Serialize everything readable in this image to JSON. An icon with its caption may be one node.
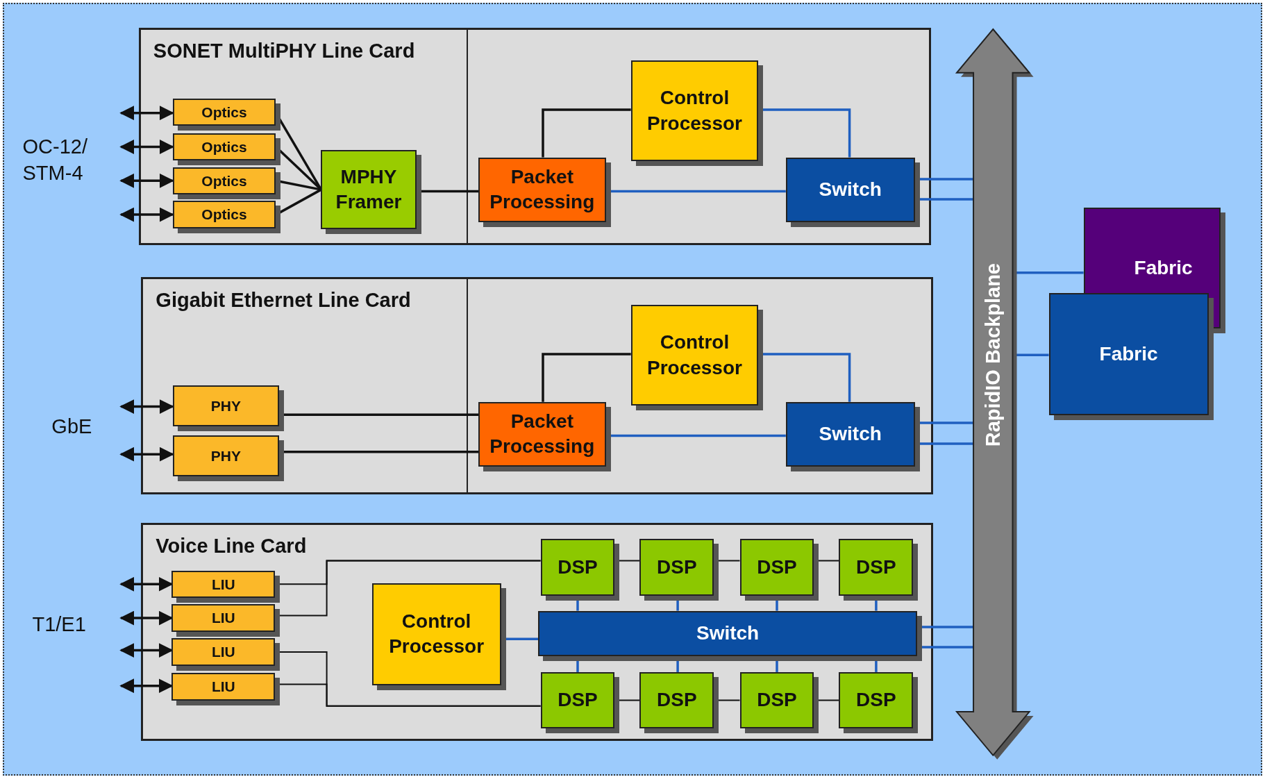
{
  "diagram": {
    "nodes": [
      {
        "text": [
          "SONET MultiPHY Line Card"
        ]
      },
      {
        "text": [
          "Optics"
        ],
        "in": 0
      },
      {
        "text": [
          "Optics"
        ],
        "in": 0
      },
      {
        "text": [
          "Optics"
        ],
        "in": 0
      },
      {
        "text": [
          "Optics"
        ],
        "in": 0
      },
      {
        "text": [
          "MPHY Framer"
        ],
        "in": 0
      },
      {
        "text": [
          "Control Processor"
        ],
        "in": 0
      },
      {
        "text": [
          "Packet Processing"
        ],
        "in": 0
      },
      {
        "text": [
          "Switch"
        ],
        "in": 0
      },
      {
        "text": [
          "Gigabit Ethernet Line Card"
        ]
      },
      {
        "text": [
          "PHY"
        ],
        "in": 9
      },
      {
        "text": [
          "PHY"
        ],
        "in": 9
      },
      {
        "text": [
          "Control Processor"
        ],
        "in": 9
      },
      {
        "text": [
          "Packet Processing"
        ],
        "in": 9
      },
      {
        "text": [
          "Switch"
        ],
        "in": 9
      },
      {
        "text": [
          "Voice Line Card"
        ]
      },
      {
        "text": [
          "LIU"
        ],
        "in": 15
      },
      {
        "text": [
          "LIU"
        ],
        "in": 15
      },
      {
        "text": [
          "LIU"
        ],
        "in": 15
      },
      {
        "text": [
          "LIU"
        ],
        "in": 15
      },
      {
        "text": [
          "Control Processor"
        ],
        "in": 15
      },
      {
        "text": [
          "DSP"
        ],
        "in": 15
      },
      {
        "text": [
          "DSP"
        ],
        "in": 15
      },
      {
        "text": [
          "DSP"
        ],
        "in": 15
      },
      {
        "text": [
          "DSP"
        ],
        "in": 15
      },
      {
        "text": [
          "Switch"
        ],
        "in": 15
      },
      {
        "text": [
          "DSP"
        ],
        "in": 15
      },
      {
        "text": [
          "DSP"
        ],
        "in": 15
      },
      {
        "text": [
          "DSP"
        ],
        "in": 15
      },
      {
        "text": [
          "DSP"
        ],
        "in": 15
      },
      {
        "text": [
          "RapidIO Backplane"
        ]
      },
      {
        "text": [
          "Fabric"
        ]
      },
      {
        "text": [
          "Fabric"
        ]
      }
    ],
    "edges": [
      {
        "from": null,
        "to": 1,
        "arrow": "both"
      },
      {
        "from": null,
        "to": 2,
        "arrow": "both"
      },
      {
        "from": null,
        "to": 3,
        "arrow": "both"
      },
      {
        "from": null,
        "to": 4,
        "arrow": "both"
      },
      {
        "from": 1,
        "to": 5,
        "arrow": "none"
      },
      {
        "from": 2,
        "to": 5,
        "arrow": "none"
      },
      {
        "from": 3,
        "to": 5,
        "arrow": "none"
      },
      {
        "from": 4,
        "to": 5,
        "arrow": "none"
      },
      {
        "from": 5,
        "to": 7,
        "arrow": "none"
      },
      {
        "from": 7,
        "to": 6,
        "arrow": "none"
      },
      {
        "from": 6,
        "to": 8,
        "arrow": "none",
        "color": "#1f5fc0"
      },
      {
        "from": 7,
        "to": 8,
        "arrow": "none",
        "color": "#1f5fc0"
      },
      {
        "from": 8,
        "to": 30,
        "arrow": "none",
        "color": "#1f5fc0"
      },
      {
        "from": 8,
        "to": 30,
        "arrow": "none",
        "color": "#1f5fc0"
      },
      {
        "from": null,
        "to": 10,
        "arrow": "both"
      },
      {
        "from": null,
        "to": 11,
        "arrow": "both"
      },
      {
        "from": 10,
        "to": 13,
        "arrow": "none"
      },
      {
        "from": 11,
        "to": 13,
        "arrow": "none"
      },
      {
        "from": 13,
        "to": 12,
        "arrow": "none"
      },
      {
        "from": 12,
        "to": 14,
        "arrow": "none",
        "color": "#1f5fc0"
      },
      {
        "from": 13,
        "to": 14,
        "arrow": "none",
        "color": "#1f5fc0"
      },
      {
        "from": 14,
        "to": 30,
        "arrow": "none",
        "color": "#1f5fc0"
      },
      {
        "from": 14,
        "to": 30,
        "arrow": "none",
        "color": "#1f5fc0"
      },
      {
        "from": null,
        "to": 16,
        "arrow": "both"
      },
      {
        "from": null,
        "to": 17,
        "arrow": "both"
      },
      {
        "from": null,
        "to": 18,
        "arrow": "both"
      },
      {
        "from": null,
        "to": 19,
        "arrow": "both"
      },
      {
        "from": 16,
        "to": 21,
        "arrow": "none"
      },
      {
        "from": 17,
        "to": 21,
        "arrow": "none"
      },
      {
        "from": 18,
        "to": 26,
        "arrow": "none"
      },
      {
        "from": 19,
        "to": 26,
        "arrow": "none"
      },
      {
        "from": 21,
        "to": 22,
        "arrow": "none"
      },
      {
        "from": 22,
        "to": 23,
        "arrow": "none"
      },
      {
        "from": 23,
        "to": 24,
        "arrow": "none"
      },
      {
        "from": 26,
        "to": 27,
        "arrow": "none"
      },
      {
        "from": 27,
        "to": 28,
        "arrow": "none"
      },
      {
        "from": 28,
        "to": 29,
        "arrow": "none"
      },
      {
        "from": 20,
        "to": 25,
        "arrow": "none",
        "color": "#1f5fc0"
      },
      {
        "from": 21,
        "to": 25,
        "arrow": "none",
        "color": "#1f5fc0"
      },
      {
        "from": 22,
        "to": 25,
        "arrow": "none",
        "color": "#1f5fc0"
      },
      {
        "from": 23,
        "to": 25,
        "arrow": "none",
        "color": "#1f5fc0"
      },
      {
        "from": 24,
        "to": 25,
        "arrow": "none",
        "color": "#1f5fc0"
      },
      {
        "from": 25,
        "to": 26,
        "arrow": "none",
        "color": "#1f5fc0"
      },
      {
        "from": 25,
        "to": 27,
        "arrow": "none",
        "color": "#1f5fc0"
      },
      {
        "from": 25,
        "to": 28,
        "arrow": "none",
        "color": "#1f5fc0"
      },
      {
        "from": 25,
        "to": 29,
        "arrow": "none",
        "color": "#1f5fc0"
      },
      {
        "from": 25,
        "to": 30,
        "arrow": "none",
        "color": "#1f5fc0"
      },
      {
        "from": 25,
        "to": 30,
        "arrow": "none",
        "color": "#1f5fc0"
      },
      {
        "from": 30,
        "to": 31,
        "arrow": "none",
        "color": "#1f5fc0"
      },
      {
        "from": 30,
        "to": 32,
        "arrow": "none",
        "color": "#1f5fc0"
      }
    ],
    "labels": [
      "OC-12/ STM-4",
      "GbE",
      "T1/E1"
    ]
  }
}
